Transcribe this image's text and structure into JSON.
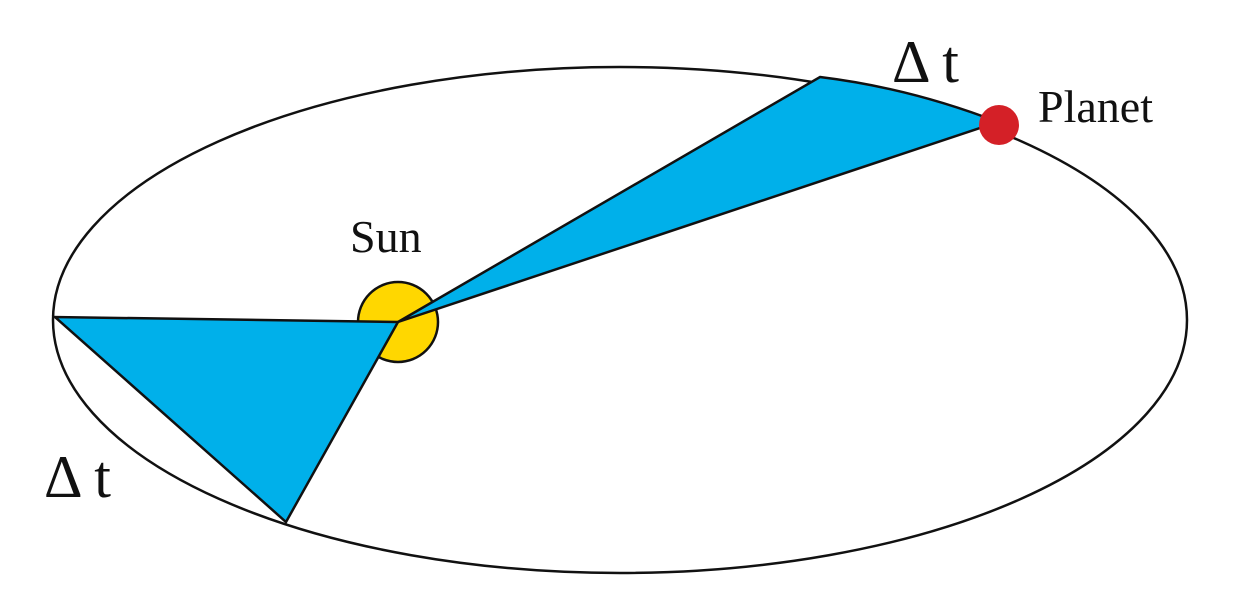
{
  "labels": {
    "sun": "Sun",
    "planet": "Planet",
    "delta_t_top": "Δ t",
    "delta_t_bottom": "Δ t"
  },
  "colors": {
    "sector_fill": "#00b0ea",
    "sun_fill": "#ffd700",
    "planet_fill": "#d42027",
    "outline": "#111111",
    "background": "#ffffff"
  }
}
